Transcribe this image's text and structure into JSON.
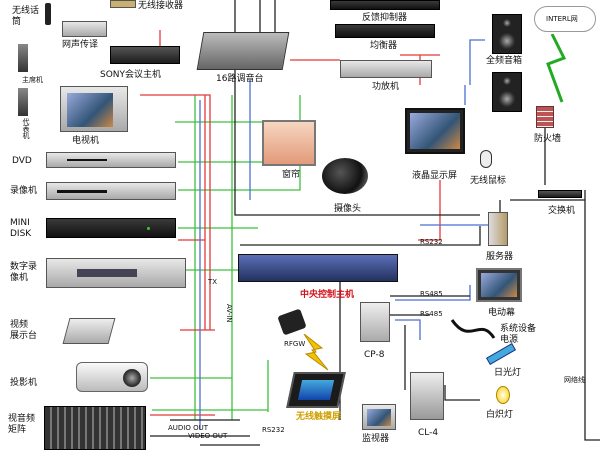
{
  "diagram": {
    "labels": {
      "wireless_mic": "无线话\n筒",
      "wireless_receiver": "无线接收器",
      "feedback_suppressor": "反馈抑制器",
      "internet_cloud": "INTERL网",
      "audio_transmitter": "网声传译",
      "equalizer": "均衡器",
      "fullrange_speaker": "全频音箱",
      "sony_host": "SONY会议主机",
      "mixer_16": "16路调音台",
      "power_amp": "功放机",
      "chairman_unit": "主席机",
      "representative_unit": "代表机",
      "tv": "电视机",
      "firewall": "防火墙",
      "projection_screen": "窗帘",
      "lcd_display": "液晶显示屏",
      "wireless_mouse": "无线鼠标",
      "switch": "交换机",
      "dvd": "DVD",
      "vcr": "录像机",
      "camera": "摄像头",
      "mini_disk": "MINI\nDISK",
      "server": "服务器",
      "digital_recorder": "数字录\n像机",
      "central_control": "中央控制主机",
      "electric_screen": "电动幕",
      "video_presenter": "视频\n展示台",
      "cp8": "CP-8",
      "system_power": "系统设备\n电源",
      "rf_receiver": "RFGW",
      "fluorescent": "日光灯",
      "projector": "投影机",
      "network_line": "网络线",
      "cl4": "CL-4",
      "incandescent": "白炽灯",
      "wireless_touch": "无线触摸屏",
      "monitor": "监视器",
      "video_matrix": "视音频\n矩阵",
      "audio_out": "AUDIO OUT",
      "video_out": "VIDEO OUT",
      "rs232_bottom": "RS232",
      "rs232_mid": "RS232",
      "rs485_a": "RS485",
      "rs485_b": "RS485",
      "vertical_av": "AV-IN",
      "tx_label": "TX"
    },
    "colors": {
      "green_wire": "#3fbf3f",
      "red_wire": "#e23a3a",
      "blue_wire": "#4a6fd0",
      "black_wire": "#222222",
      "label_red": "#d4101a",
      "wireless_bolt": "#f2c200",
      "internet_bolt": "#22aa22"
    }
  }
}
